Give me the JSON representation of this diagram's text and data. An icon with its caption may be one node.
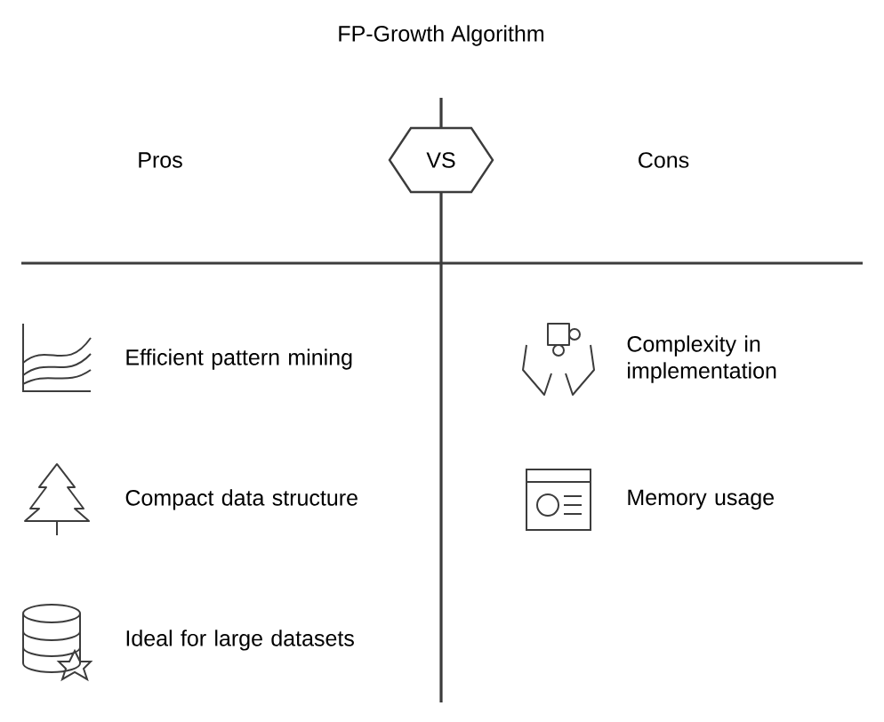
{
  "diagram": {
    "title": "FP-Growth Algorithm",
    "nodes": [
      {
        "text": [
          "VS"
        ]
      }
    ],
    "labels": [
      "Pros",
      "Cons",
      "Efficient pattern mining",
      "Compact data structure",
      "Ideal for large datasets",
      "Complexity in implementation",
      "Memory usage"
    ]
  }
}
